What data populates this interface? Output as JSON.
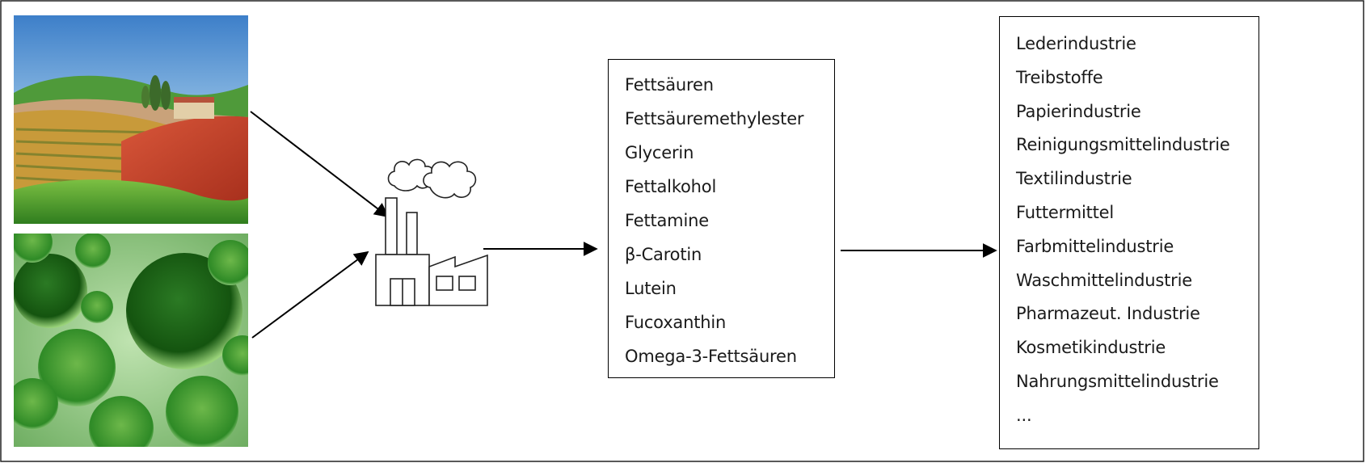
{
  "sources": [
    {
      "name": "landscape-image",
      "description": "Field"
    },
    {
      "name": "algae-image",
      "description": "Algae"
    }
  ],
  "products": {
    "items": [
      "Fettsäuren",
      "Fettsäuremethylester",
      "Glycerin",
      "Fettalkohol",
      "Fettamine",
      "β-Carotin",
      "Lutein",
      "Fucoxanthin",
      "Omega-3-Fettsäuren"
    ]
  },
  "industries": {
    "items": [
      "Lederindustrie",
      "Treibstoffe",
      "Papierindustrie",
      "Reinigungsmittelindustrie",
      "Textilindustrie",
      "Futtermittel",
      "Farbmittelindustrie",
      "Waschmittelindustrie",
      "Pharmazeut. Industrie",
      "Kosmetikindustrie",
      "Nahrungsmittelindustrie",
      "..."
    ]
  },
  "icons": {
    "factory": "factory-icon"
  },
  "colors": {
    "border": "#000000",
    "sky": "#6fa8dc",
    "field_red": "#c0452a",
    "field_green": "#4e9a2c",
    "algae_dark": "#1f6b1a",
    "algae_light": "#8fcf6a"
  }
}
